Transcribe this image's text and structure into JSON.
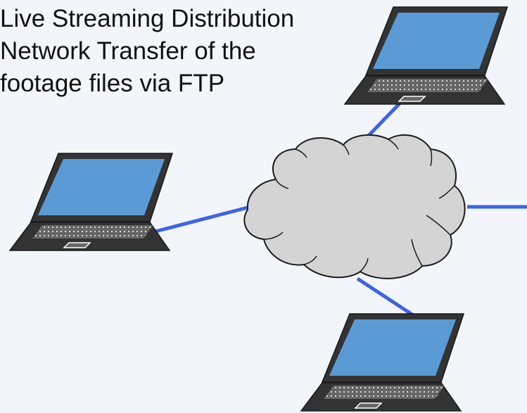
{
  "caption": {
    "lines": [
      "Live Streaming Distribution",
      "Network Transfer of the",
      "footage files via FTP"
    ]
  },
  "colors": {
    "background": "#f2f6fb",
    "link": "#3d63e6",
    "cloud_fill": "#d4d4d4",
    "cloud_stroke": "#1a1a1a",
    "laptop_body": "#333333",
    "laptop_screen": "#5b9bd5",
    "laptop_keyboard": "#666666"
  },
  "icons": {
    "network": "cloud-icon",
    "nodes": [
      "laptop-icon",
      "laptop-icon",
      "laptop-icon"
    ]
  }
}
